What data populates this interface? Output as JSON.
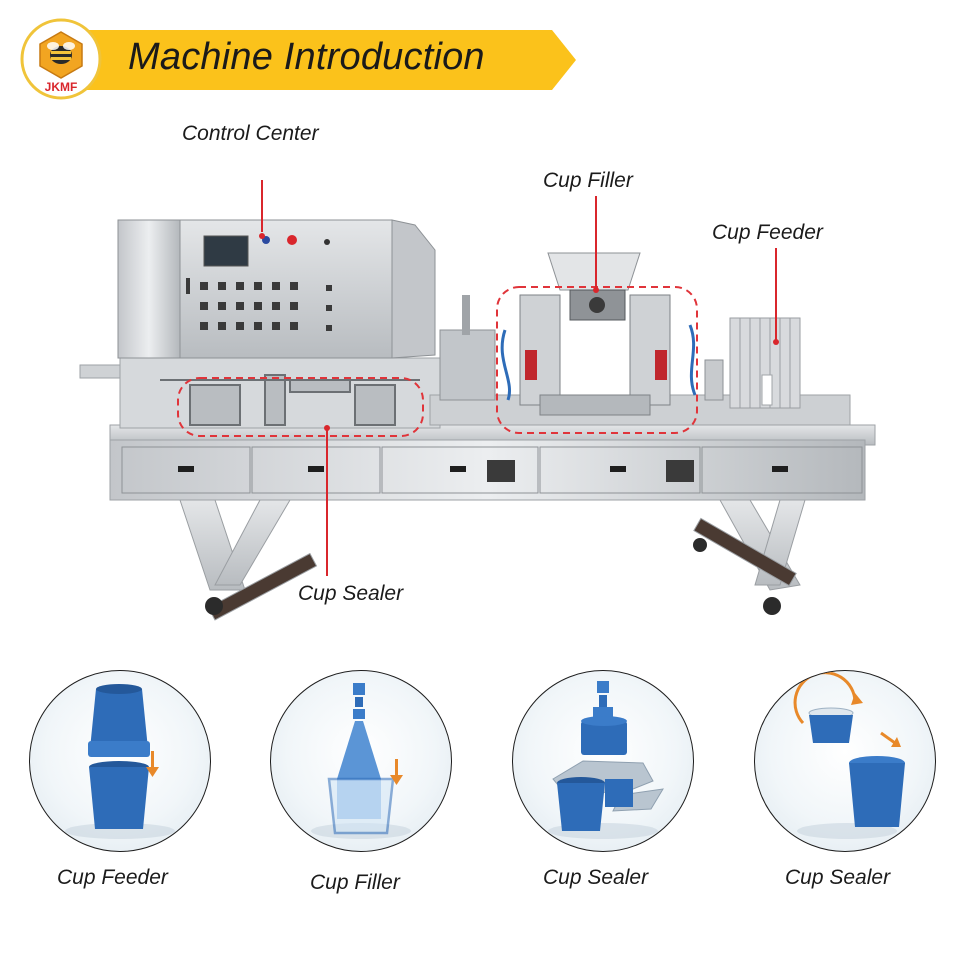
{
  "header": {
    "title": "Machine Introduction",
    "logo_text": "JKMF",
    "banner_color": "#fbc21b",
    "logo_icon": "bee-logo-icon"
  },
  "callouts": {
    "control_center": "Control Center",
    "cup_filler": "Cup Filler",
    "cup_feeder": "Cup Feeder",
    "cup_sealer": "Cup Sealer"
  },
  "colors": {
    "callout_line": "#d9262c",
    "highlight_dashed": "#e0343a",
    "steel": "#c9ccd0",
    "cup_blue": "#2e6cb8",
    "arrow_orange": "#e8892a"
  },
  "steps": [
    {
      "caption": "Cup Feeder",
      "icon": "cup-feeder-icon"
    },
    {
      "caption": "Cup Filler",
      "icon": "cup-filler-icon"
    },
    {
      "caption": "Cup Sealer",
      "icon": "cup-sealer-icon"
    },
    {
      "caption": "Cup Sealer",
      "icon": "cup-sealer-lid-icon"
    }
  ]
}
